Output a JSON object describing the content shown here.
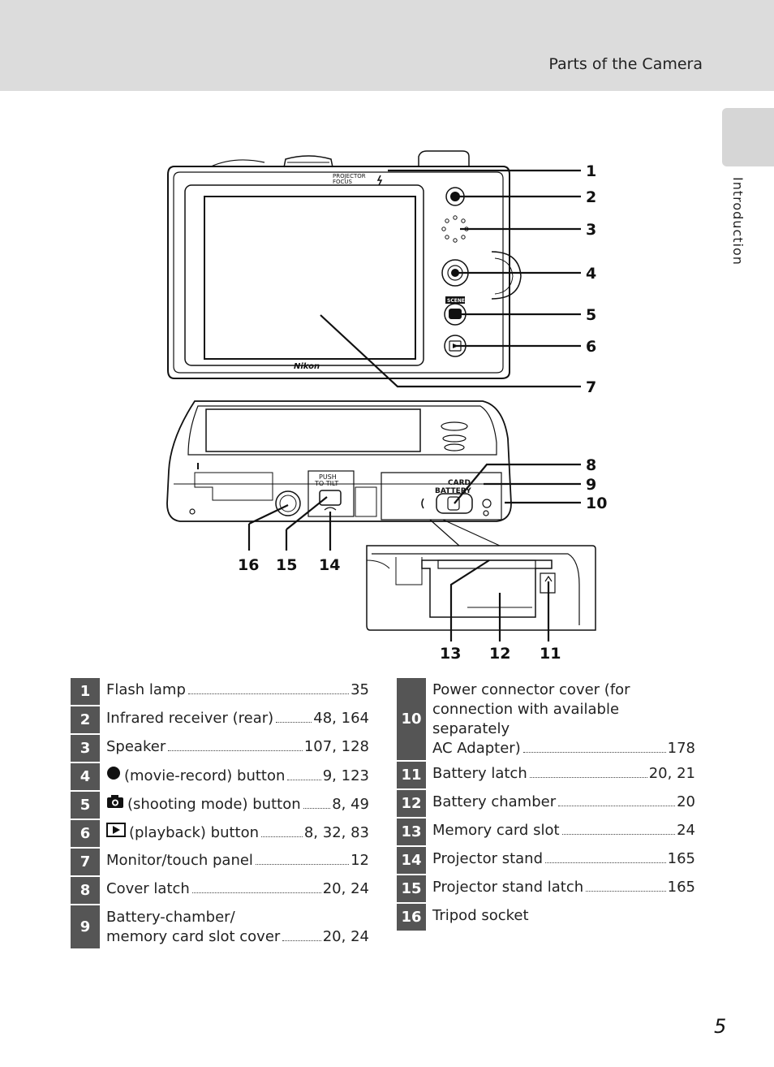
{
  "header": {
    "title": "Parts of the Camera"
  },
  "side_tab": {
    "label": "Introduction"
  },
  "diagram": {
    "callouts": [
      "1",
      "2",
      "3",
      "4",
      "5",
      "6",
      "7",
      "8",
      "9",
      "10",
      "11",
      "12",
      "13",
      "14",
      "15",
      "16"
    ],
    "camera_text": {
      "projector_focus_1": "PROJECTOR",
      "projector_focus_2": "FOCUS",
      "brand": "Nikon",
      "scene": "SCENE",
      "push_to_tilt_1": "PUSH",
      "push_to_tilt_2": "TO TILT",
      "card": "CARD",
      "battery": "BATTERY"
    }
  },
  "parts_left": [
    {
      "num": "1",
      "label": "Flash lamp",
      "page": "35"
    },
    {
      "num": "2",
      "label": "Infrared receiver (rear)",
      "page": "48, 164"
    },
    {
      "num": "3",
      "label": "Speaker",
      "page": "107, 128"
    },
    {
      "num": "4",
      "icon": "movie-record-icon",
      "label": "(movie-record) button",
      "page": "9, 123"
    },
    {
      "num": "5",
      "icon": "shooting-mode-icon",
      "label": "(shooting mode) button",
      "page": "8, 49"
    },
    {
      "num": "6",
      "icon": "playback-icon",
      "label": "(playback) button",
      "page": "8, 32, 83"
    },
    {
      "num": "7",
      "label": "Monitor/touch panel",
      "page": "12"
    },
    {
      "num": "8",
      "label": "Cover latch",
      "page": "20, 24"
    },
    {
      "num": "9",
      "label_line1": "Battery-chamber/",
      "label": "memory card slot cover",
      "page": "20, 24"
    }
  ],
  "parts_right": [
    {
      "num": "10",
      "label_line1": "Power connector cover (for",
      "label_line2": "connection with available separately",
      "label": "AC Adapter)",
      "page": "178"
    },
    {
      "num": "11",
      "label": "Battery latch",
      "page": "20, 21"
    },
    {
      "num": "12",
      "label": "Battery chamber",
      "page": "20"
    },
    {
      "num": "13",
      "label": "Memory card slot",
      "page": "24"
    },
    {
      "num": "14",
      "label": "Projector stand",
      "page": "165"
    },
    {
      "num": "15",
      "label": "Projector stand latch",
      "page": "165"
    },
    {
      "num": "16",
      "label": "Tripod socket",
      "page": ""
    }
  ],
  "page_number": "5"
}
